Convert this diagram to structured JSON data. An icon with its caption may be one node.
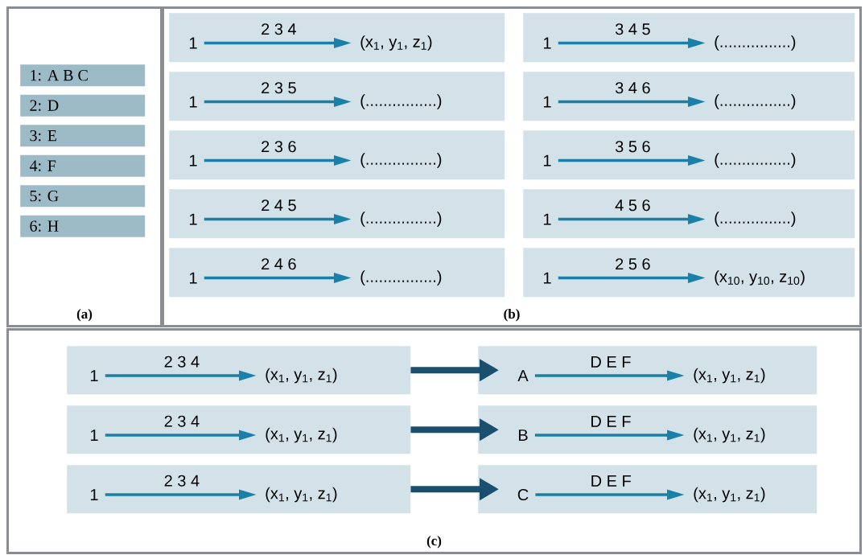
{
  "diagram": {
    "nodes": [
      {
        "text": [
          "(a)"
        ]
      },
      {
        "text": [
          "1: A B C"
        ],
        "in": 0
      },
      {
        "text": [
          "2: D"
        ],
        "in": 0
      },
      {
        "text": [
          "3: E"
        ],
        "in": 0
      },
      {
        "text": [
          "4: F"
        ],
        "in": 0
      },
      {
        "text": [
          "5: G"
        ],
        "in": 0
      },
      {
        "text": [
          "6: H"
        ],
        "in": 0
      },
      {
        "text": [
          "(b)"
        ]
      },
      {
        "text": [],
        "shape": "box",
        "in": 7
      },
      {
        "text": [
          "1"
        ],
        "in": 8
      },
      {
        "text": [
          "(x$_{1}$, y$_{1}$, z$_{1}$)"
        ],
        "in": 8
      },
      {
        "text": [],
        "shape": "box",
        "in": 7
      },
      {
        "text": [
          "1"
        ],
        "in": 11
      },
      {
        "text": [
          "(................)"
        ],
        "in": 11
      },
      {
        "text": [],
        "shape": "box",
        "in": 7
      },
      {
        "text": [
          "1"
        ],
        "in": 14
      },
      {
        "text": [
          "(................)"
        ],
        "in": 14
      },
      {
        "text": [],
        "shape": "box",
        "in": 7
      },
      {
        "text": [
          "1"
        ],
        "in": 17
      },
      {
        "text": [
          "(................)"
        ],
        "in": 17
      },
      {
        "text": [],
        "shape": "box",
        "in": 7
      },
      {
        "text": [
          "1"
        ],
        "in": 20
      },
      {
        "text": [
          "(................)"
        ],
        "in": 20
      },
      {
        "text": [],
        "shape": "box",
        "in": 7
      },
      {
        "text": [
          "1"
        ],
        "in": 23
      },
      {
        "text": [
          "(................)"
        ],
        "in": 23
      },
      {
        "text": [],
        "shape": "box",
        "in": 7
      },
      {
        "text": [
          "1"
        ],
        "in": 26
      },
      {
        "text": [
          "(................)"
        ],
        "in": 26
      },
      {
        "text": [],
        "shape": "box",
        "in": 7
      },
      {
        "text": [
          "1"
        ],
        "in": 29
      },
      {
        "text": [
          "(................)"
        ],
        "in": 29
      },
      {
        "text": [],
        "shape": "box",
        "in": 7
      },
      {
        "text": [
          "1"
        ],
        "in": 32
      },
      {
        "text": [
          "(................)"
        ],
        "in": 32
      },
      {
        "text": [],
        "shape": "box",
        "in": 7
      },
      {
        "text": [
          "1"
        ],
        "in": 35
      },
      {
        "text": [
          "(x$_{10}$, y$_{10}$, z$_{10}$)"
        ],
        "in": 35
      },
      {
        "text": [
          "(c)"
        ]
      },
      {
        "text": [],
        "shape": "box",
        "in": 38
      },
      {
        "text": [
          "1"
        ],
        "in": 39
      },
      {
        "text": [
          "(x$_{1}$, y$_{1}$, z$_{1}$)"
        ],
        "in": 39
      },
      {
        "text": [],
        "shape": "box",
        "in": 38
      },
      {
        "text": [
          "A"
        ],
        "in": 42
      },
      {
        "text": [
          "(x$_{1}$, y$_{1}$, z$_{1}$)"
        ],
        "in": 42
      },
      {
        "text": [],
        "shape": "box",
        "in": 38
      },
      {
        "text": [
          "1"
        ],
        "in": 45
      },
      {
        "text": [
          "(x$_{1}$, y$_{1}$, z$_{1}$)"
        ],
        "in": 45
      },
      {
        "text": [],
        "shape": "box",
        "in": 38
      },
      {
        "text": [
          "B"
        ],
        "in": 48
      },
      {
        "text": [
          "(x$_{1}$, y$_{1}$, z$_{1}$)"
        ],
        "in": 48
      },
      {
        "text": [],
        "shape": "box",
        "in": 38
      },
      {
        "text": [
          "1"
        ],
        "in": 51
      },
      {
        "text": [
          "(x$_{1}$, y$_{1}$, z$_{1}$)"
        ],
        "in": 51
      },
      {
        "text": [],
        "shape": "box",
        "in": 38
      },
      {
        "text": [
          "C"
        ],
        "in": 54
      },
      {
        "text": [
          "(x$_{1}$, y$_{1}$, z$_{1}$)"
        ],
        "in": 54
      }
    ],
    "edges": [
      {
        "from": 9,
        "to": 10,
        "arrow": "to",
        "label": "2 3 4"
      },
      {
        "from": 12,
        "to": 13,
        "arrow": "to",
        "label": "2 3 5"
      },
      {
        "from": 15,
        "to": 16,
        "arrow": "to",
        "label": "2 3 6"
      },
      {
        "from": 18,
        "to": 19,
        "arrow": "to",
        "label": "2 4 5"
      },
      {
        "from": 21,
        "to": 22,
        "arrow": "to",
        "label": "2 4 6"
      },
      {
        "from": 24,
        "to": 25,
        "arrow": "to",
        "label": "3 4 5"
      },
      {
        "from": 27,
        "to": 28,
        "arrow": "to",
        "label": "3 4 6"
      },
      {
        "from": 30,
        "to": 31,
        "arrow": "to",
        "label": "3 5 6"
      },
      {
        "from": 33,
        "to": 34,
        "arrow": "to",
        "label": "4 5 6"
      },
      {
        "from": 36,
        "to": 37,
        "arrow": "to",
        "label": "2 5 6"
      },
      {
        "from": 40,
        "to": 41,
        "arrow": "to",
        "label": "2 3 4"
      },
      {
        "from": 43,
        "to": 44,
        "arrow": "to",
        "label": "D E F"
      },
      {
        "from": 46,
        "to": 47,
        "arrow": "to",
        "label": "2 3 4"
      },
      {
        "from": 49,
        "to": 50,
        "arrow": "to",
        "label": "D E F"
      },
      {
        "from": 52,
        "to": 53,
        "arrow": "to",
        "label": "2 3 4"
      },
      {
        "from": 55,
        "to": 56,
        "arrow": "to",
        "label": "D E F"
      },
      {
        "from": 39,
        "to": 42,
        "arrow": "to",
        "style": "thick",
        "color": "#1b4f6e"
      },
      {
        "from": 45,
        "to": 48,
        "arrow": "to",
        "style": "thick",
        "color": "#1b4f6e"
      },
      {
        "from": 51,
        "to": 54,
        "arrow": "to",
        "style": "thick",
        "color": "#1b4f6e"
      }
    ]
  }
}
